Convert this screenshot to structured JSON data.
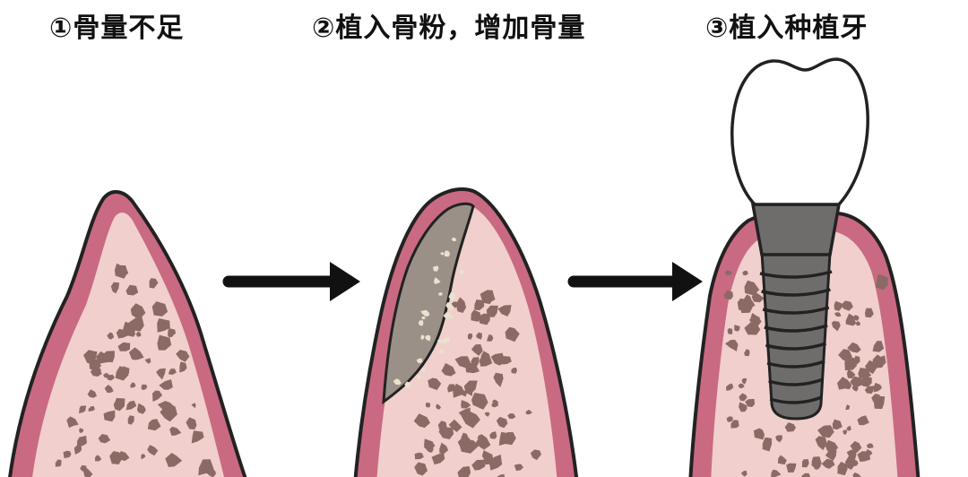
{
  "steps": [
    {
      "label": "①骨量不足"
    },
    {
      "label": "②植入骨粉，增加骨量"
    },
    {
      "label": "③植入种植牙"
    }
  ],
  "colors": {
    "gum_outer": "#c96a82",
    "bone": "#f0cfcd",
    "outline": "#222222",
    "particle": "#8b6a66",
    "graft": "#9b9088",
    "graft_speck": "#e8e2cf",
    "implant": "#6f6c6c",
    "crown": "#ffffff",
    "arrow": "#111111"
  }
}
